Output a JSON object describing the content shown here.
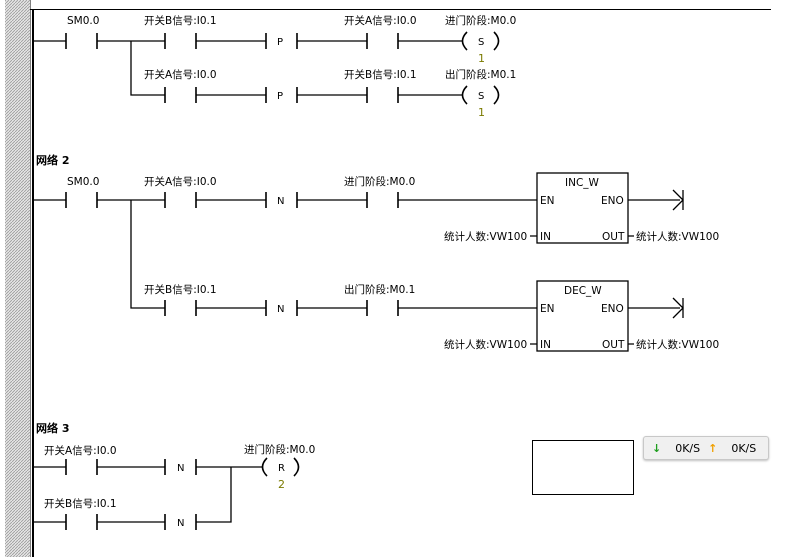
{
  "networks": [
    {
      "label": ""
    },
    {
      "label": "网络 2"
    },
    {
      "label": "网络 3"
    }
  ],
  "operands": {
    "sm00": "SM0.0",
    "swB": "开关B信号:I0.1",
    "swA": "开关A信号:I0.0",
    "enter": "进门阶段:M0.0",
    "exit": "出门阶段:M0.1",
    "count": "统计人数:VW100"
  },
  "edges": {
    "positive": "P",
    "negative": "N"
  },
  "coils": {
    "set": "S",
    "reset": "R",
    "set_count_1": "1",
    "set_count_2": "1",
    "reset_count": "2"
  },
  "boxes": {
    "inc": {
      "title": "INC_W",
      "en": "EN",
      "eno": "ENO",
      "in": "IN",
      "out": "OUT"
    },
    "dec": {
      "title": "DEC_W",
      "en": "EN",
      "eno": "ENO",
      "in": "IN",
      "out": "OUT"
    }
  },
  "net_speed": {
    "down_icon": "green-down-arrow",
    "down": "0K/S",
    "up_icon": "orange-up-arrow",
    "up": "0K/S",
    "down_color": "#1e9e1e",
    "up_color": "#f0a000"
  }
}
